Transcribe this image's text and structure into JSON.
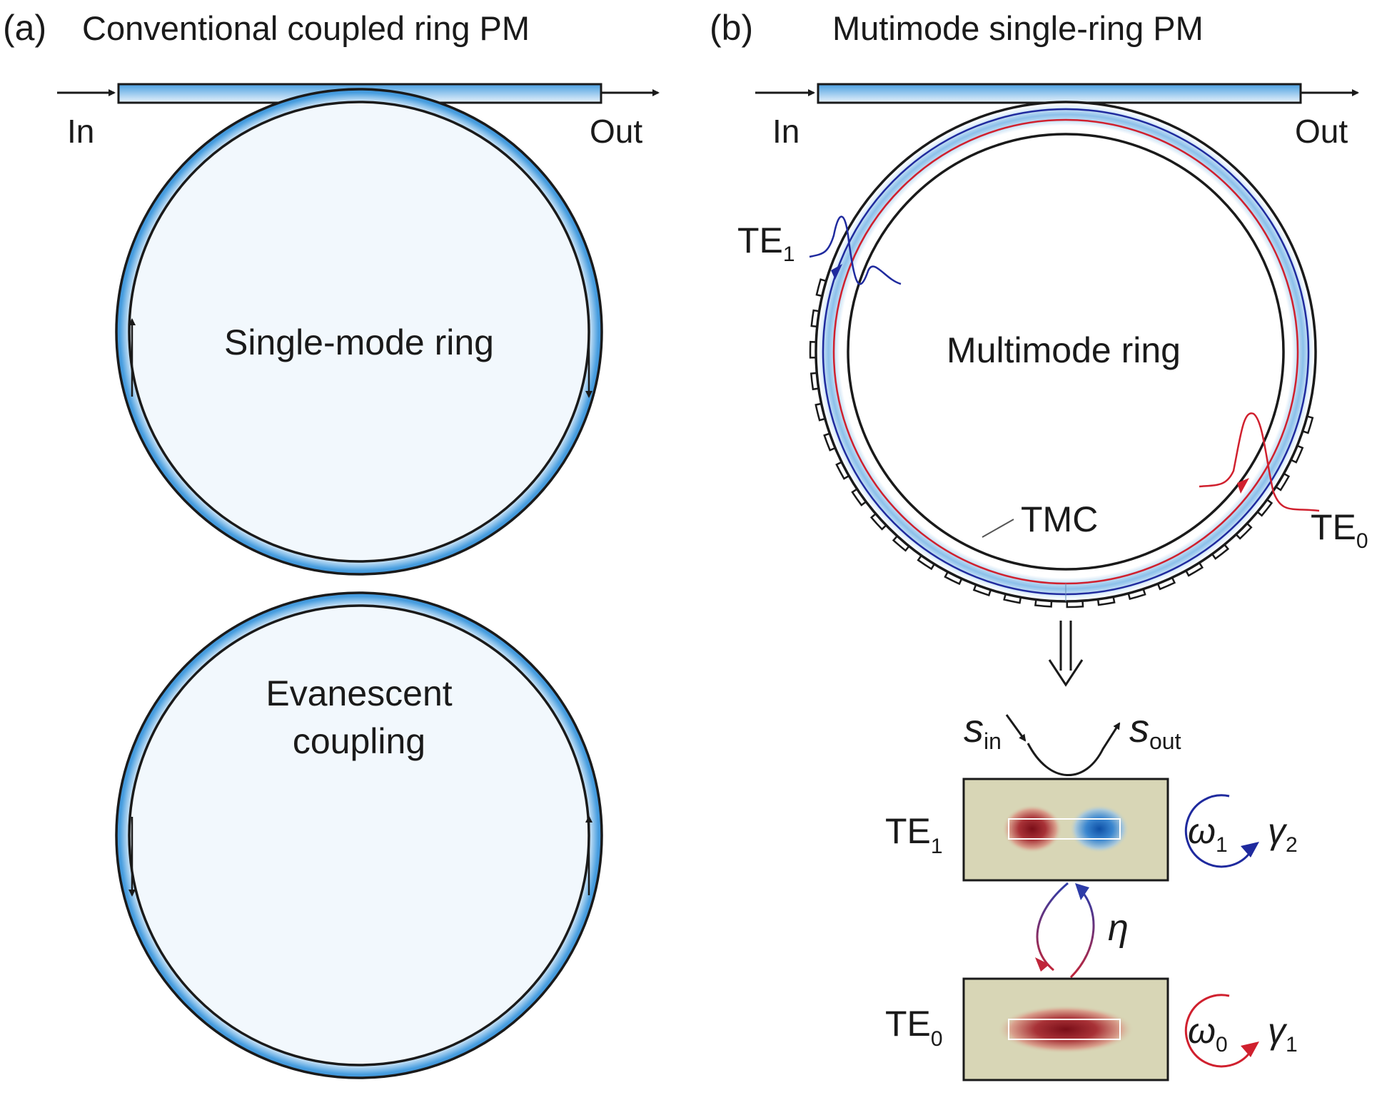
{
  "panel_a": {
    "letter": "(a)",
    "title": "Conventional coupled ring PM",
    "in_label": "In",
    "out_label": "Out",
    "ring1_label": "Single-mode ring",
    "ring2_label_line1": "Evanescent",
    "ring2_label_line2": "coupling"
  },
  "panel_b": {
    "letter": "(b)",
    "title": "Mutimode single-ring PM",
    "in_label": "In",
    "out_label": "Out",
    "ring_label": "Multimode ring",
    "te1_main": "TE",
    "te1_sub": "1",
    "te0_main": "TE",
    "te0_sub": "0",
    "tmc_label": "TMC",
    "s_in_main": "s",
    "s_in_sub": "in",
    "s_out_main": "s",
    "s_out_sub": "out",
    "mode1_main": "TE",
    "mode1_sub": "1",
    "mode0_main": "TE",
    "mode0_sub": "0",
    "omega1_main": "ω",
    "omega1_sub": "1",
    "gamma2_main": "γ",
    "gamma2_sub": "2",
    "omega0_main": "ω",
    "omega0_sub": "0",
    "gamma1_main": "γ",
    "gamma1_sub": "1",
    "eta": "η"
  },
  "colors": {
    "waveguide_blue": "#4a9fe0",
    "te1_blue": "#1f2a9e",
    "te0_red": "#d0202e",
    "field_bg": "#d8d6b6",
    "outline": "#1a1a1a"
  }
}
